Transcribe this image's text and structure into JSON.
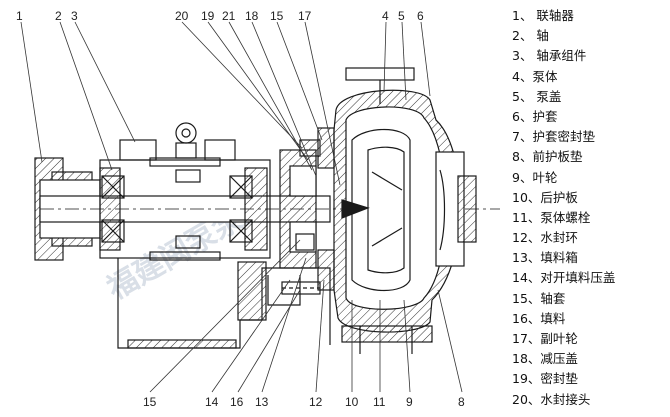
{
  "watermark": "福建闽泵泵业",
  "callouts": {
    "top": [
      "1",
      "2",
      "3",
      "20",
      "19",
      "21",
      "18",
      "15",
      "17",
      "4",
      "5",
      "6"
    ],
    "bottom": [
      "15",
      "14",
      "16",
      "13",
      "12",
      "10",
      "11",
      "9",
      "8"
    ]
  },
  "legend": [
    "1、 联轴器",
    "2、 轴",
    "3、 轴承组件",
    "4、泵体",
    "5、 泵盖",
    "6、护套",
    "7、护套密封垫",
    "8、前护板垫",
    "9、叶轮",
    "10、后护板",
    "11、泵体螺栓",
    "12、水封环",
    "13、填料箱",
    "14、对开填料压盖",
    "15、轴套",
    "16、填料",
    "17、副叶轮",
    "18、减压盖",
    "19、密封垫",
    "20、水封接头"
  ]
}
